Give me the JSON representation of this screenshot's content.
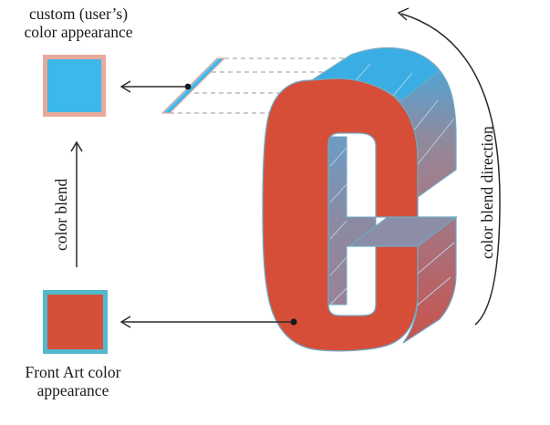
{
  "labels": {
    "top_line1": "custom (user’s)",
    "top_line2": "color appearance",
    "bottom_line1": "Front Art color",
    "bottom_line2": "appearance",
    "blend": "color blend",
    "direction": "color blend direction"
  },
  "swatches": {
    "top": {
      "fill": "#3db8ea",
      "border": "#e8a99a"
    },
    "bottom": {
      "fill": "#d5503a",
      "border": "#52b8cc"
    }
  },
  "colors": {
    "front_face": "#d64e38",
    "extrusion_top": "#3fa8dd",
    "extrusion_mid": "#8a8aa0",
    "extrusion_red": "#c8524a",
    "outline": "#6fa9c4",
    "arrow": "#2a2a2a",
    "dash": "#999999"
  }
}
